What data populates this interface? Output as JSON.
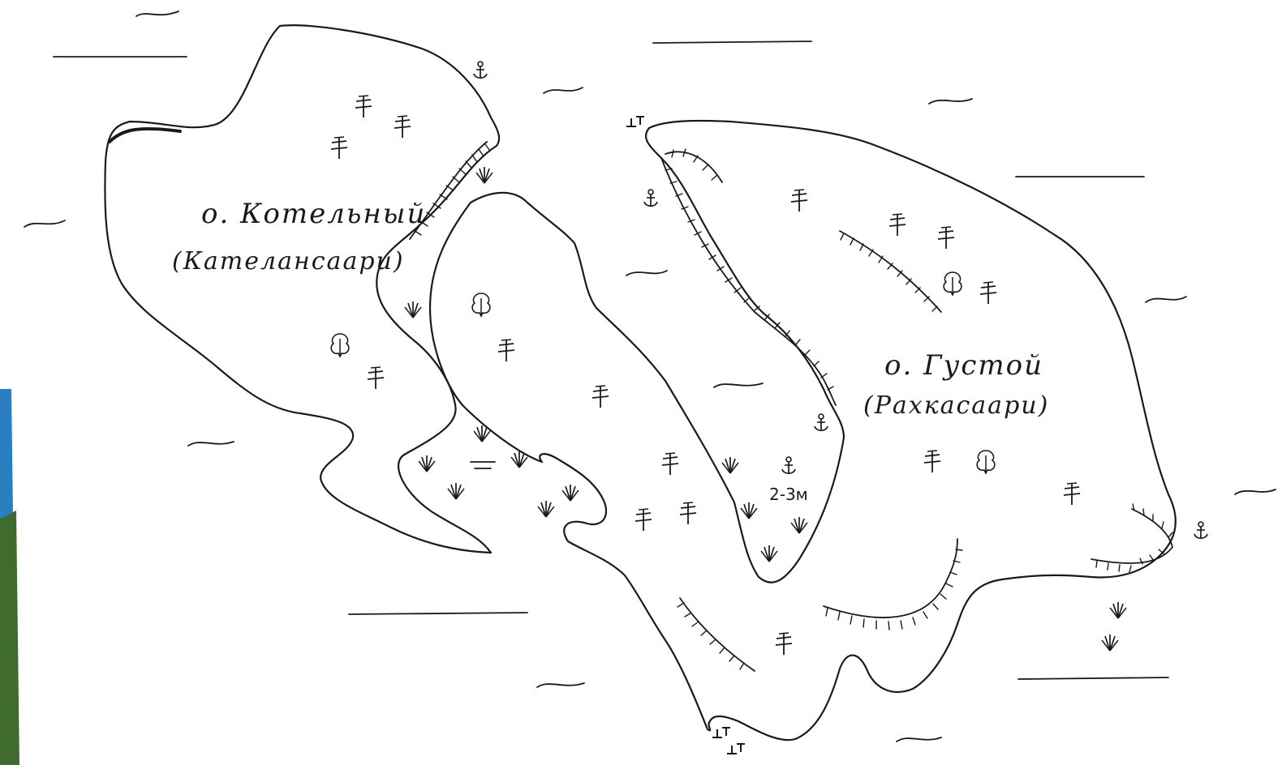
{
  "map": {
    "islands": [
      {
        "name": "о. Котельный",
        "alt_name": "(Кателансаари)"
      },
      {
        "name": "о. Густой",
        "alt_name": "(Рахкасаари)"
      }
    ],
    "depth_label": "2-3м",
    "colors": {
      "ink": "#1a1a1a",
      "paper": "#ffffff",
      "edge": "#2a7fc0"
    },
    "legend_icons": [
      "conifer-tree-icon",
      "deciduous-tree-icon",
      "reed-icon",
      "anchor-icon",
      "cliff-hatching",
      "water-wave-icon",
      "jetty-icon"
    ]
  }
}
